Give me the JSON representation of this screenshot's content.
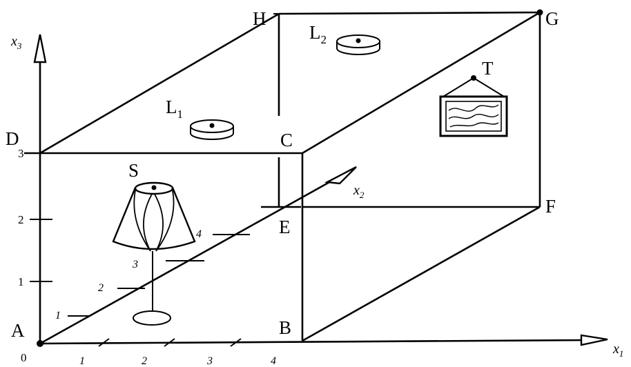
{
  "axes": {
    "x1": {
      "name": "x",
      "sub": "1"
    },
    "x2": {
      "name": "x",
      "sub": "2"
    },
    "x3": {
      "name": "x",
      "sub": "3"
    }
  },
  "origin_label": "0",
  "ticks": {
    "x1": [
      "1",
      "2",
      "3",
      "4"
    ],
    "x2": [
      "1",
      "2",
      "3",
      "4"
    ],
    "x3": [
      "1",
      "2",
      "3"
    ]
  },
  "vertices": {
    "A": "A",
    "B": "B",
    "C": "C",
    "D": "D",
    "E": "E",
    "F": "F",
    "G": "G",
    "H": "H"
  },
  "objects": {
    "lamp": "S",
    "light1": {
      "name": "L",
      "sub": "1"
    },
    "light2": {
      "name": "L",
      "sub": "2"
    },
    "picture": "T"
  }
}
